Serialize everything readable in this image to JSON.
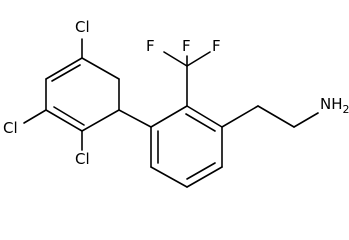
{
  "diagram": {
    "type": "chemical-structure",
    "atoms": {
      "cl_top": "Cl",
      "cl_left": "Cl",
      "cl_bottom": "Cl",
      "f_left": "F",
      "f_right": "F",
      "f_bottom": "F",
      "nh2_main": "NH",
      "nh2_sub": "2"
    },
    "colors": {
      "bond": "#000000",
      "label": "#000000",
      "background": "#ffffff"
    }
  }
}
